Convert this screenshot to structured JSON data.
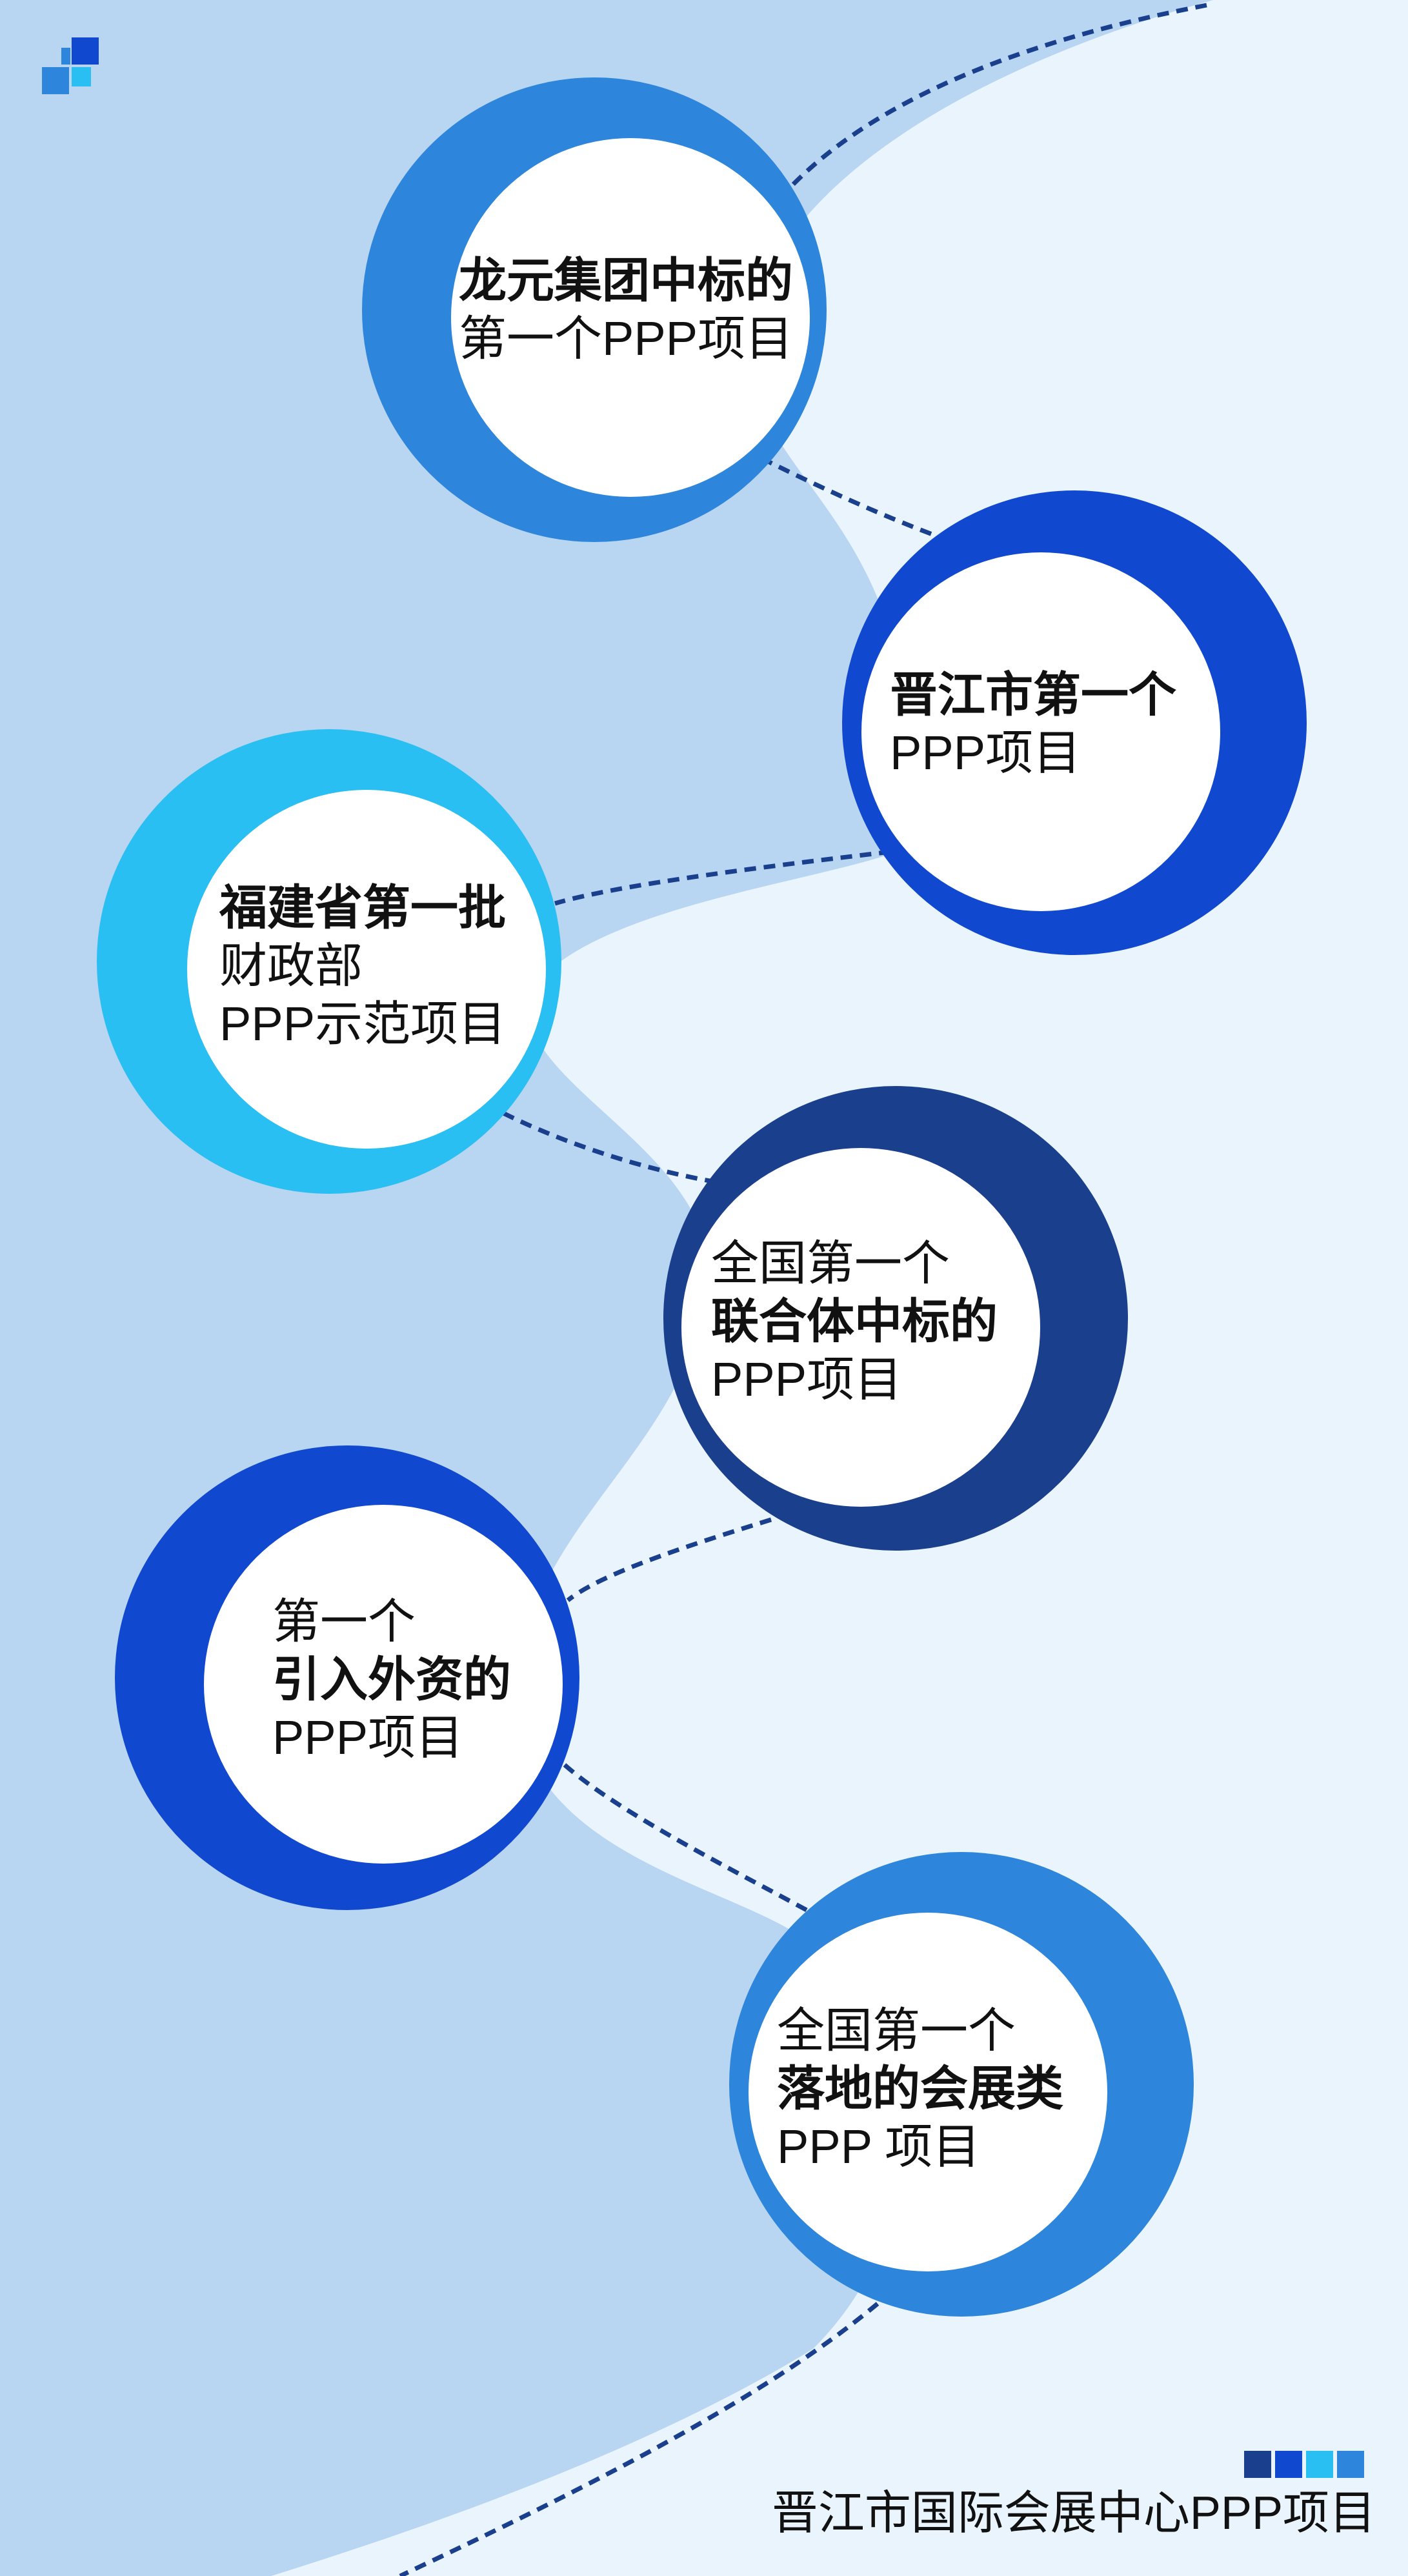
{
  "colors": {
    "background_left": "#b8d5f2",
    "background_right": "#eaf4fd",
    "connector": "#1a3f8c",
    "medium_blue": "#2d86db",
    "royal_blue": "#1048cf",
    "sky_blue": "#29bff2",
    "navy": "#1a3f8c"
  },
  "logo": {
    "icon": "blue-squares-logo-icon"
  },
  "milestones": [
    {
      "lines": [
        {
          "text": "龙元集团中标的",
          "bold": true
        },
        {
          "text": "第一个PPP项目",
          "bold": false
        }
      ],
      "ring_color": "#2d86db"
    },
    {
      "lines": [
        {
          "text": "晋江市第一个",
          "bold": true
        },
        {
          "text": "PPP项目",
          "bold": false
        }
      ],
      "ring_color": "#1048cf"
    },
    {
      "lines": [
        {
          "text": "福建省第一批",
          "bold": true
        },
        {
          "text": "财政部",
          "bold": false
        },
        {
          "text": "PPP示范项目",
          "bold": false
        }
      ],
      "ring_color": "#29bff2"
    },
    {
      "lines": [
        {
          "text": "全国第一个",
          "bold": false
        },
        {
          "text": "联合体中标的",
          "bold": true
        },
        {
          "text": "PPP项目",
          "bold": false
        }
      ],
      "ring_color": "#1a3f8c"
    },
    {
      "lines": [
        {
          "text": "第一个",
          "bold": false
        },
        {
          "text": "引入外资的",
          "bold": true
        },
        {
          "text": "PPP项目",
          "bold": false
        }
      ],
      "ring_color": "#1048cf"
    },
    {
      "lines": [
        {
          "text": "全国第一个",
          "bold": false
        },
        {
          "text": "落地的会展类",
          "bold": true
        },
        {
          "text": " PPP 项目",
          "bold": false
        }
      ],
      "ring_color": "#2d86db"
    }
  ],
  "footer": {
    "title": "晋江市国际会展中心PPP项目",
    "square_colors": [
      "#1a3f8c",
      "#1048cf",
      "#29bff2",
      "#2d86db"
    ]
  }
}
